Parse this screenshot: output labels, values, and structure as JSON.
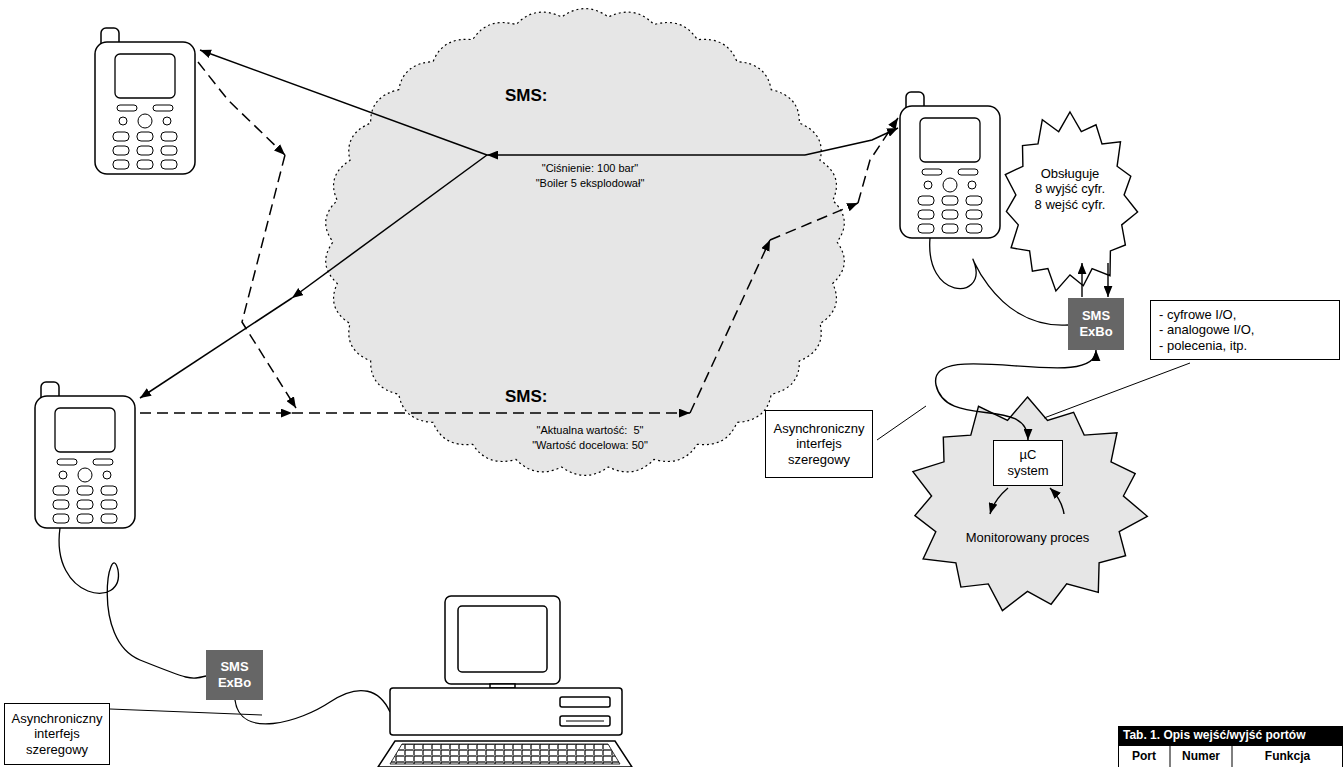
{
  "diagram": {
    "nodes": [
      {
        "text": [
          "Obsługuje",
          "8 wyjść cyfr.",
          "8 wejść cyfr."
        ]
      },
      {
        "text": [
          "SMS ExBo"
        ]
      },
      {
        "text": [
          "- cyfrowe I/O,",
          "- analogowe I/O,",
          "- polecenia, itp."
        ]
      },
      {
        "text": [
          "Asynchroniczny interfejs szeregowy"
        ]
      },
      {
        "text": [
          "Monitorowany proces"
        ]
      },
      {
        "text": [
          "µC system"
        ],
        "in": 4
      },
      {
        "text": [
          "SMS ExBo"
        ]
      },
      {
        "text": [
          "Asynchroniczny interfejs szeregowy"
        ]
      }
    ],
    "edges": [
      {
        "from": 1,
        "to": 5,
        "arrow": "both"
      }
    ],
    "labels": [
      "SMS:",
      "\"Ciśnienie: 100 bar\"",
      "\"Boiler 5 eksplodował\"",
      "SMS:",
      "\"Aktualna wartość:  5\"",
      "\"Wartość docelowa: 50\"",
      "Tab. 1. Opis wejść/wyjść portów",
      "Port",
      "Numer",
      "Funkcja"
    ]
  }
}
